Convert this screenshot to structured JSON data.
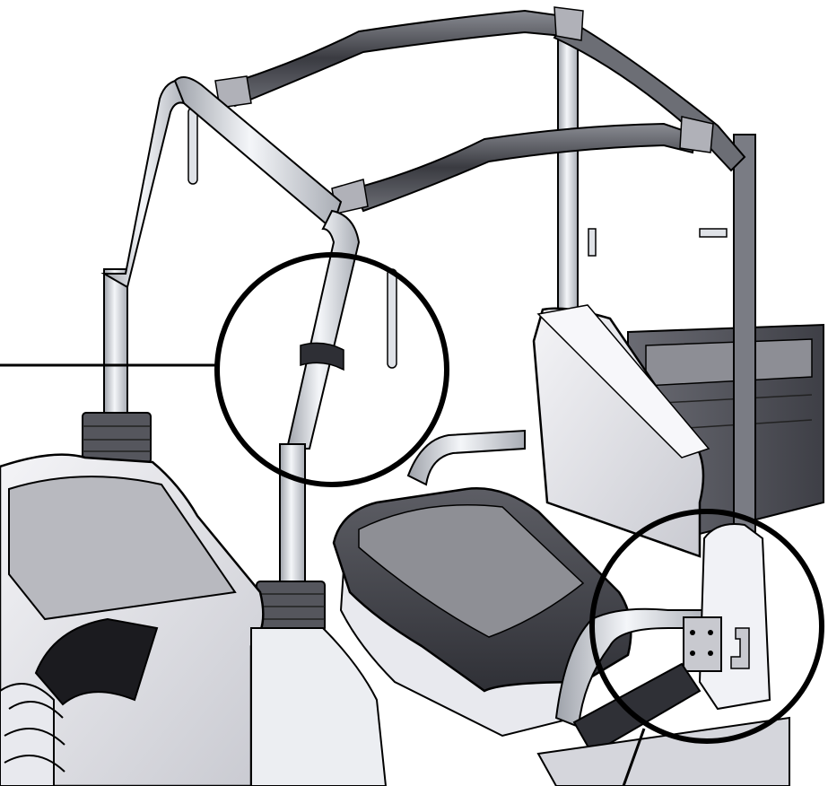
{
  "figure": {
    "subject": "utility-vehicle-roll-cage-and-seat",
    "callouts": [
      {
        "id": "rollbar-clamp-callout"
      },
      {
        "id": "seat-bracket-callout"
      }
    ]
  },
  "colors": {
    "background": "#ffffff",
    "outline": "#000000",
    "tube-light": "#e4e8ee",
    "tube-dark": "#5a5c63",
    "panel-light": "#f1f2f6",
    "panel-mid": "#b8b9bf",
    "panel-dark": "#3d3e45",
    "seat-top": "#8e8f95"
  }
}
